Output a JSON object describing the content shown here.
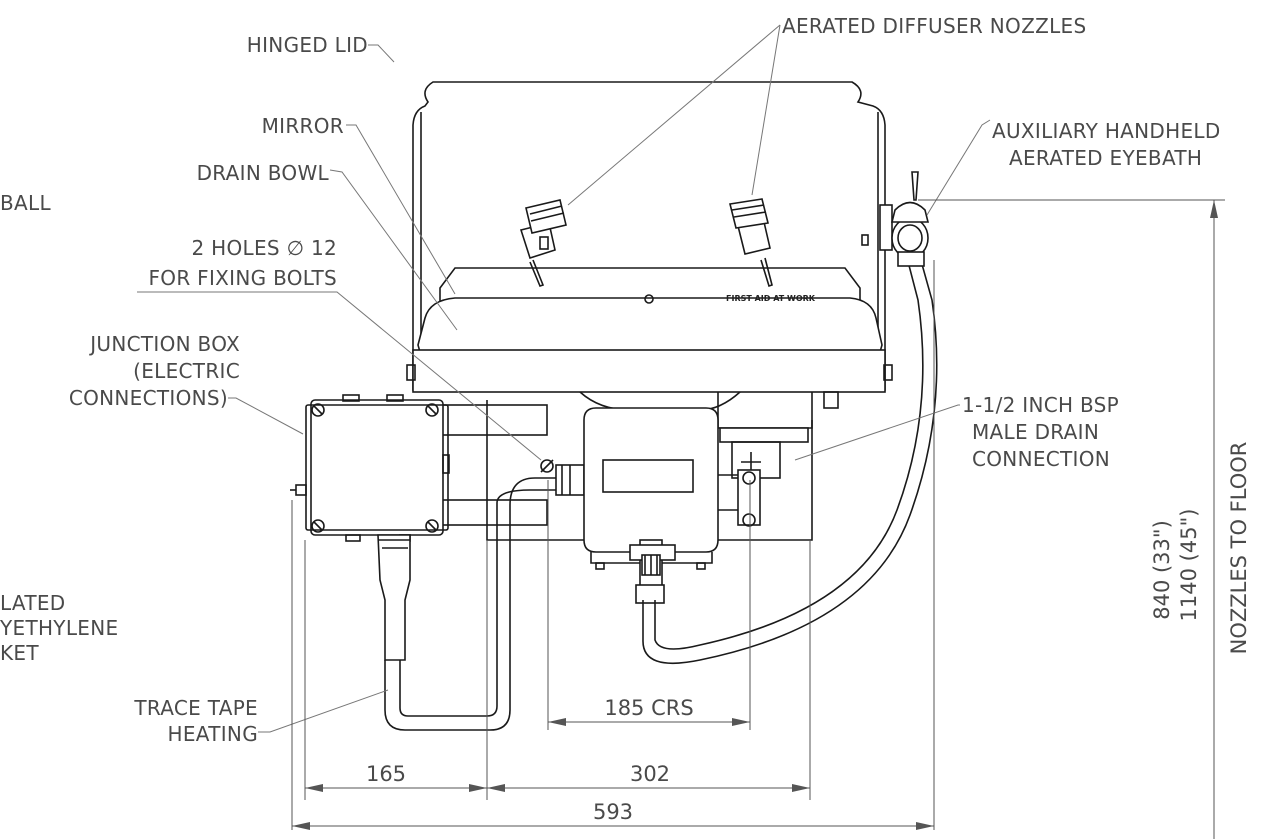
{
  "labels": {
    "hinged_lid": "HINGED LID",
    "mirror": "MIRROR",
    "drain_bowl": "DRAIN BOWL",
    "ball_fragment": "BALL",
    "fixing_holes": {
      "line1": "2 HOLES ∅ 12",
      "line2": "FOR FIXING BOLTS"
    },
    "junction_box": {
      "line1": "JUNCTION BOX",
      "line2": "(ELECTRIC",
      "line3": "CONNECTIONS)"
    },
    "jacket_fragment": {
      "line1": "LATED",
      "line2": "YETHYLENE",
      "line3": "KET"
    },
    "trace_tape": {
      "line1": "TRACE TAPE",
      "line2": "HEATING"
    },
    "aerated_nozzles": "AERATED DIFFUSER NOZZLES",
    "aux_eyebath": {
      "line1": "AUXILIARY HANDHELD",
      "line2": "AERATED EYEBATH"
    },
    "drain_connection": {
      "line1": "1-1/2 INCH BSP",
      "line2": "MALE DRAIN",
      "line3": "CONNECTION"
    },
    "bowl_text": "FIRST AID AT WORK"
  },
  "dimensions": {
    "crs": "185 CRS",
    "left": "165",
    "middle": "302",
    "overall": "593",
    "height_840": "840 (33\")",
    "height_1140": "1140 (45\")",
    "nozzles_to_floor": "NOZZLES TO FLOOR"
  },
  "colors": {
    "line": "#1a1a1a",
    "text": "#4a4a4a",
    "leader": "#777777",
    "background": "#ffffff"
  }
}
